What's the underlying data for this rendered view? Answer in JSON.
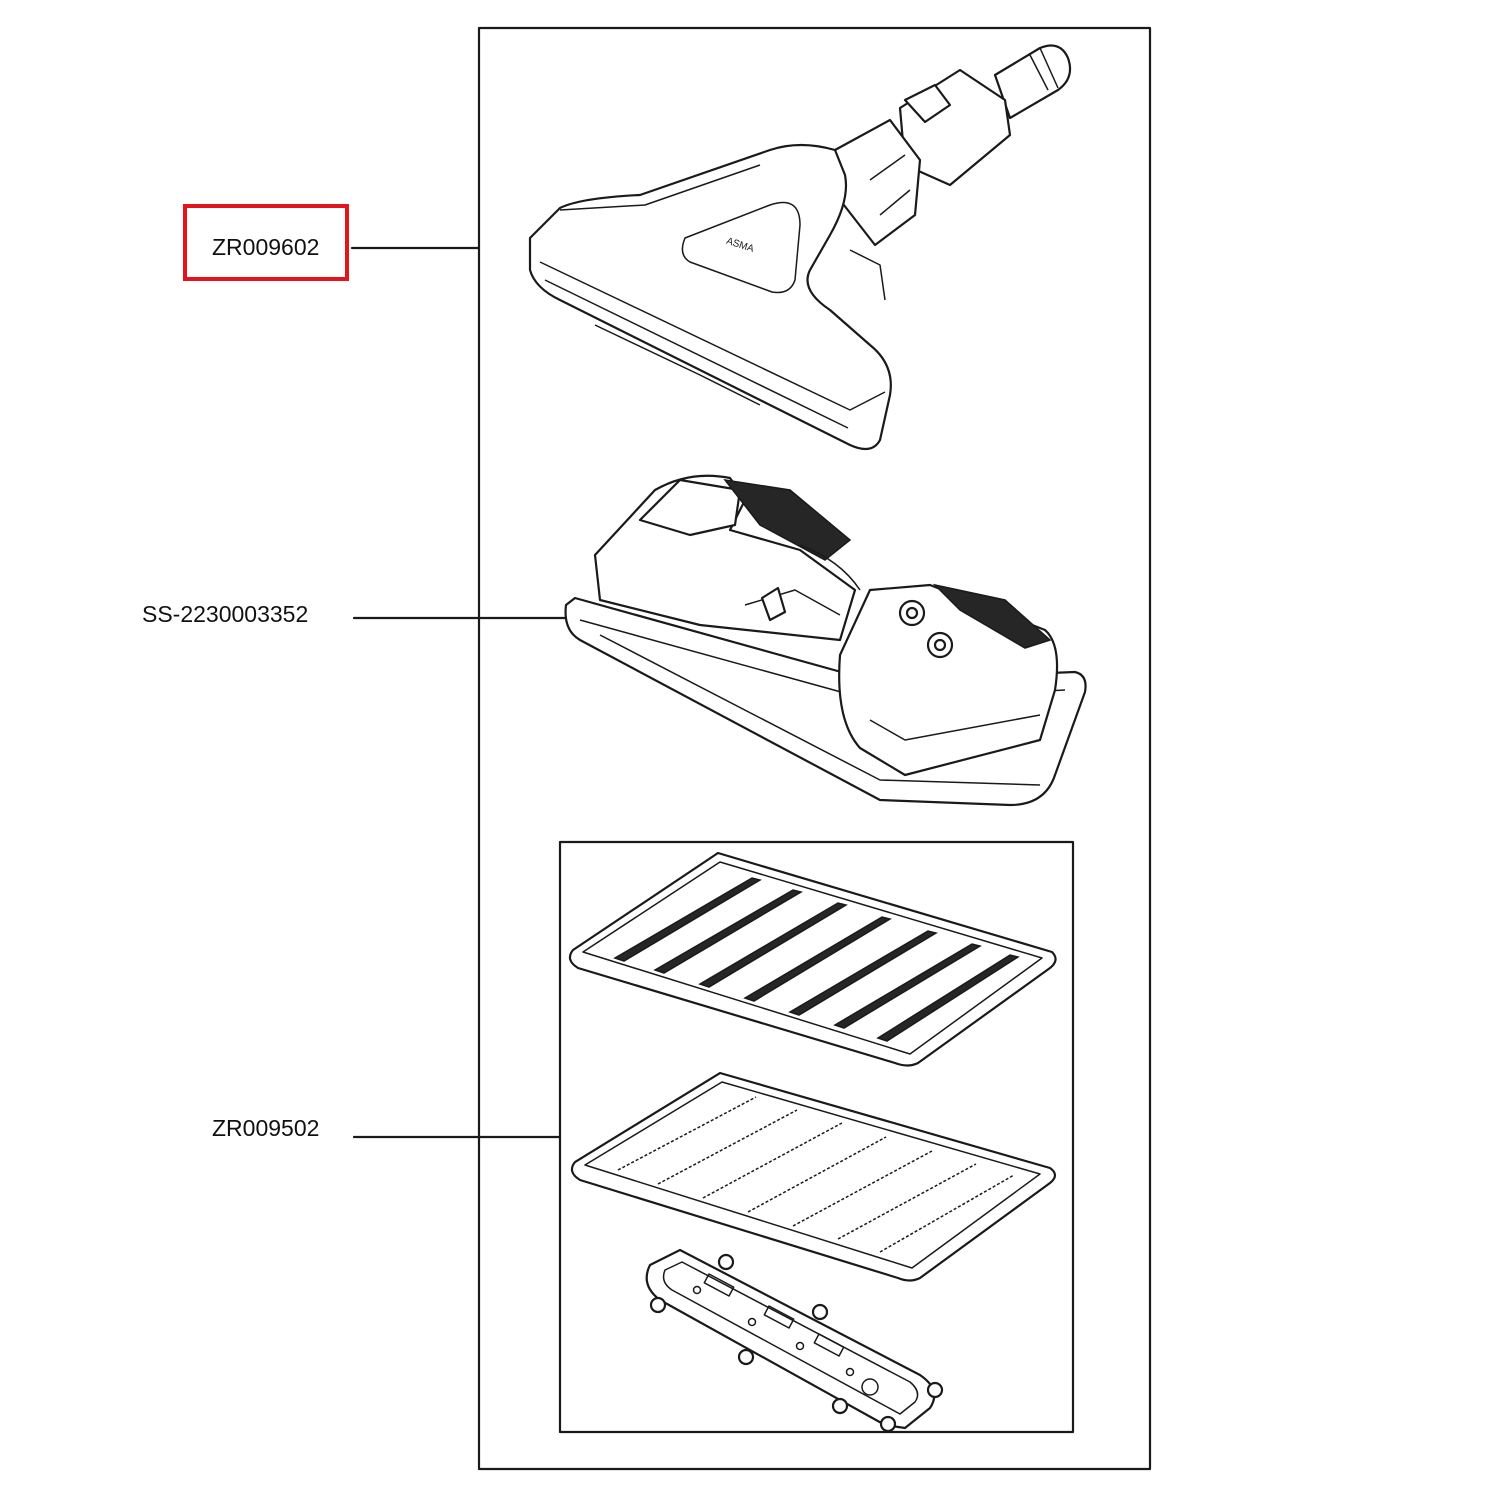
{
  "parts": [
    {
      "id": "nozzle",
      "ref": "ZR009602",
      "highlighted": true
    },
    {
      "id": "steam-plate",
      "ref": "SS-2230003352",
      "highlighted": false
    },
    {
      "id": "cloth-kit",
      "ref": "ZR009502",
      "highlighted": false
    }
  ],
  "nozzle_logo_text": "ASMA",
  "colors": {
    "highlight": "#e3141c",
    "line": "#1a1a1a",
    "background": "#ffffff"
  }
}
